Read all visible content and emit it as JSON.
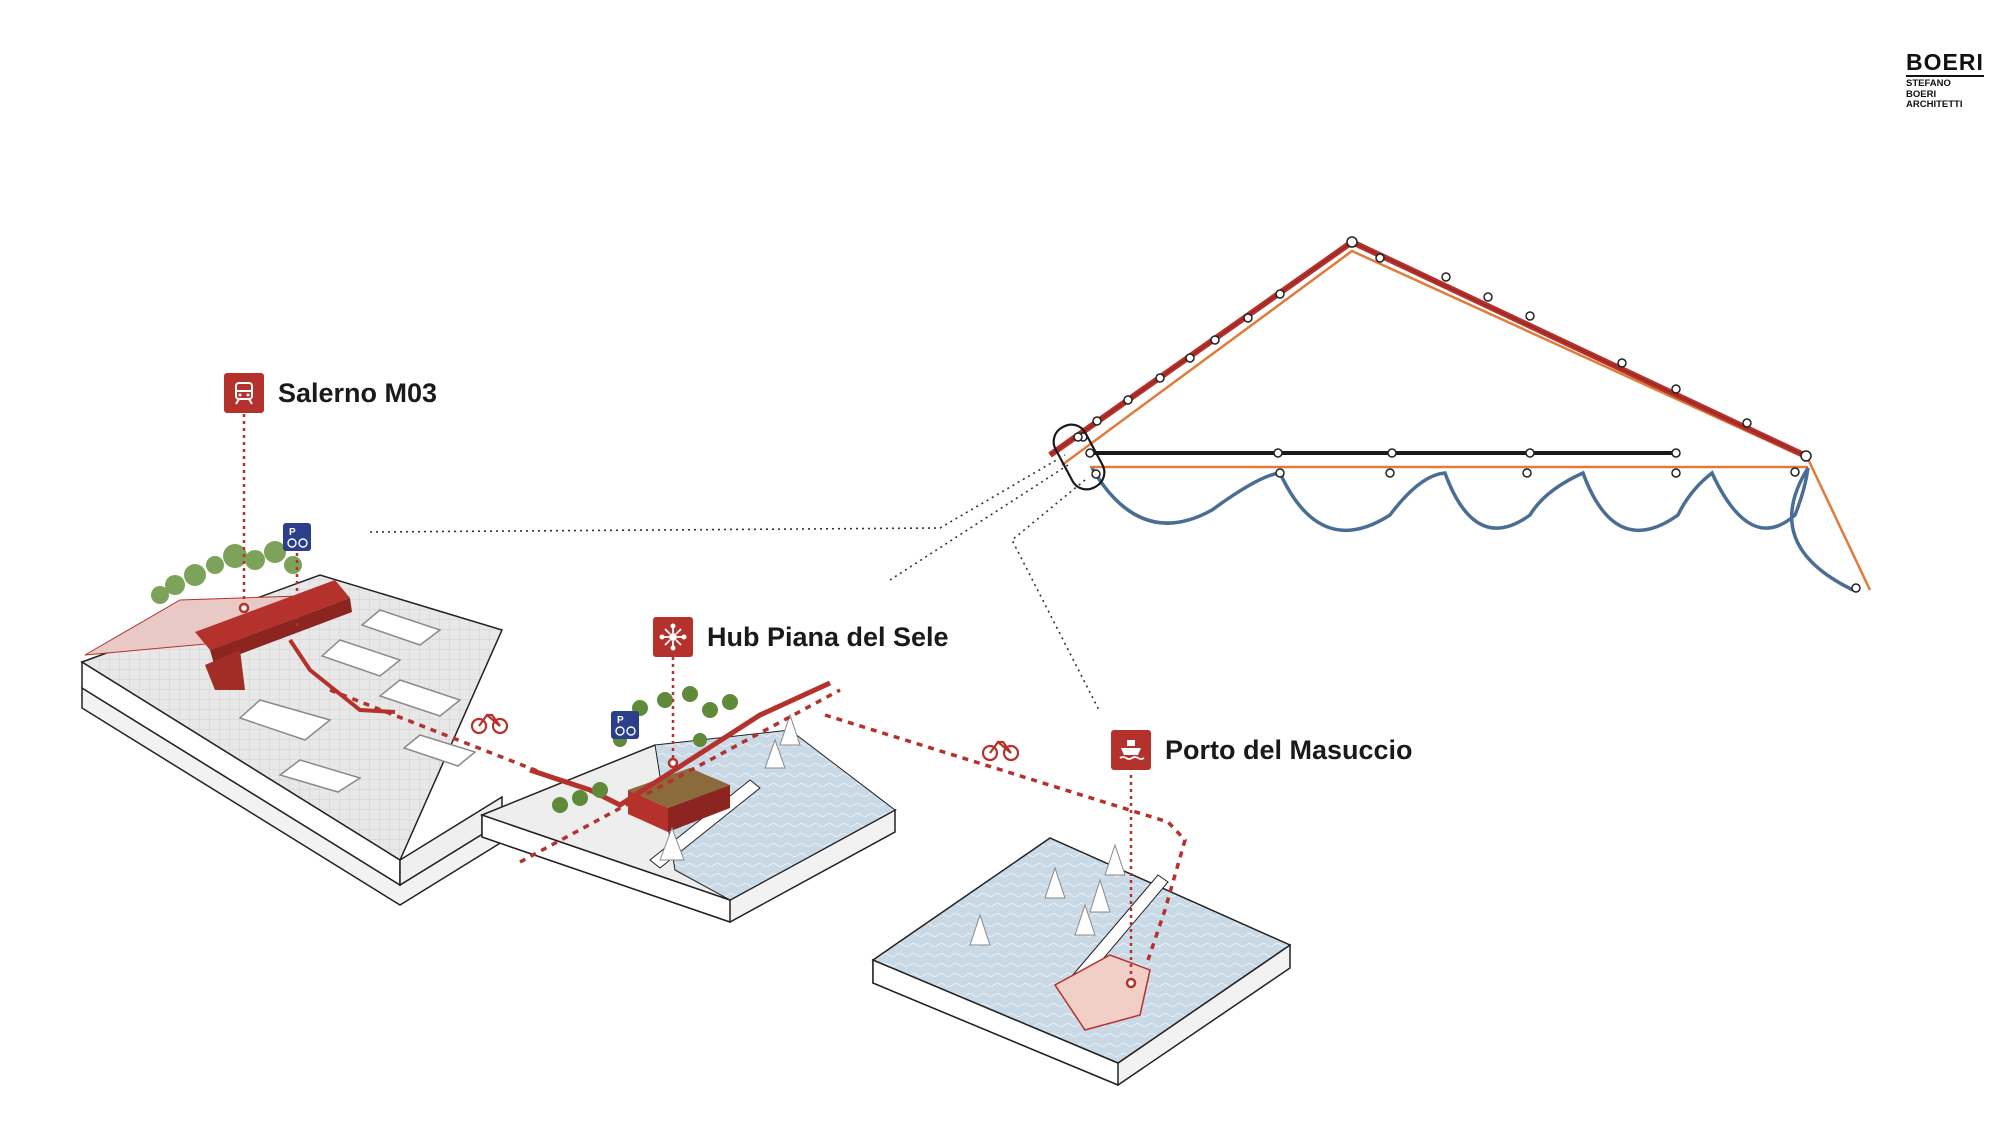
{
  "logo": {
    "wordmark": "BOERI",
    "lines": [
      "STEFANO",
      "BOERI",
      "ARCHITETTI"
    ]
  },
  "nodes": {
    "salerno": {
      "label": "Salerno M03",
      "icon": "train-icon"
    },
    "hub": {
      "label": "Hub Piana del Sele",
      "icon": "hub-icon"
    },
    "porto": {
      "label": "Porto del Masuccio",
      "icon": "ferry-icon"
    }
  },
  "extra_icons": [
    "parking-bike-icon",
    "parking-bike-icon",
    "bicycle-icon",
    "bicycle-icon"
  ],
  "colors": {
    "accent_red": "#b5312b",
    "rail_line": "#b5312b",
    "orange_line": "#e07b39",
    "blue_line": "#4a6e93",
    "black_line": "#1a1a1a",
    "parking_blue": "#2c3f8a",
    "water": "#c9d9e6"
  }
}
